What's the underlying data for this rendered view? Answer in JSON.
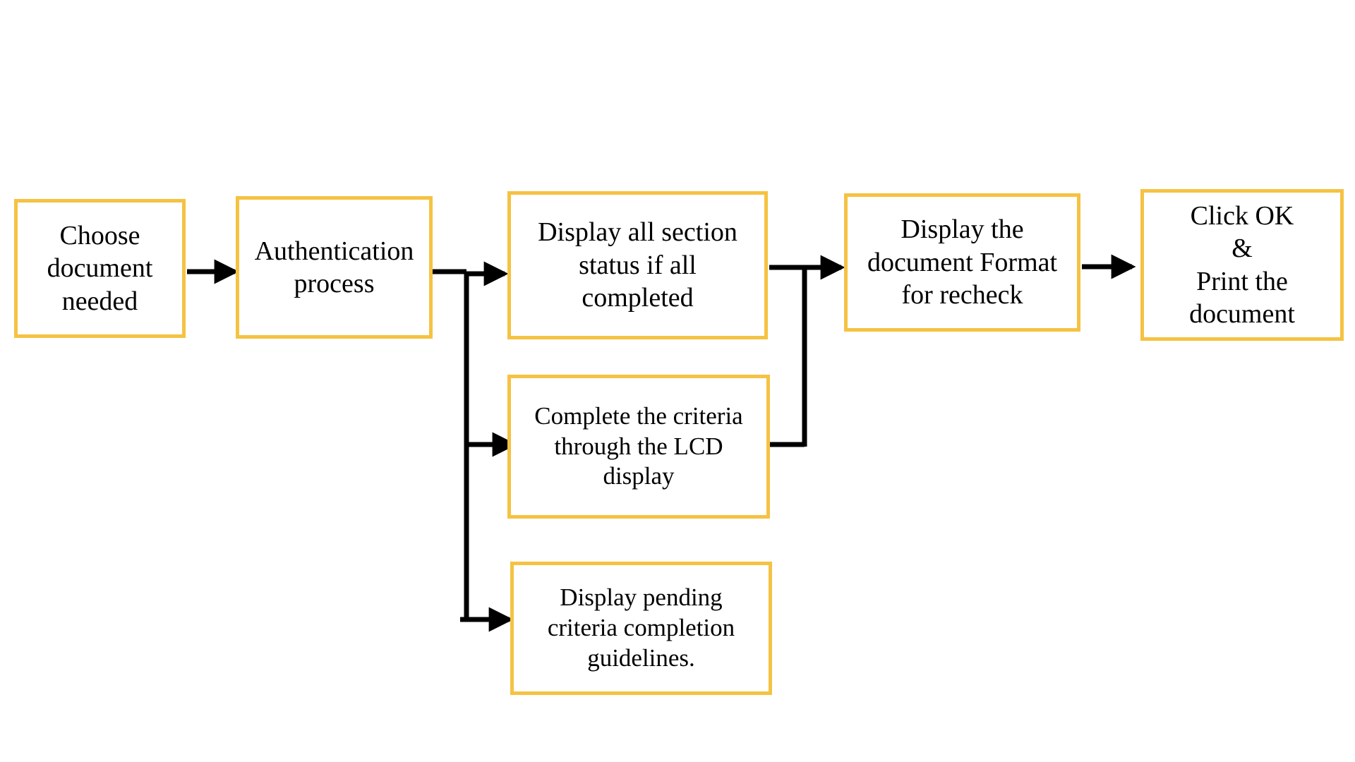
{
  "diagram": {
    "nodes": {
      "choose": {
        "lines": [
          "Choose",
          "document",
          "needed"
        ]
      },
      "auth": {
        "lines": [
          "Authentication",
          "process"
        ]
      },
      "display_status": {
        "lines": [
          "Display all section",
          "status if all",
          "completed"
        ]
      },
      "complete_criteria": {
        "lines": [
          "Complete the criteria",
          "through the LCD",
          "display"
        ]
      },
      "pending": {
        "lines": [
          "Display pending",
          "criteria completion",
          "guidelines."
        ]
      },
      "format": {
        "lines": [
          "Display the",
          "document Format",
          "for recheck"
        ]
      },
      "print": {
        "lines": [
          "Click OK",
          "&",
          "Print the",
          "document"
        ]
      }
    },
    "edges": [
      {
        "from": "choose",
        "to": "auth"
      },
      {
        "from": "auth",
        "to": "display_status"
      },
      {
        "from": "auth",
        "to": "complete_criteria"
      },
      {
        "from": "auth",
        "to": "pending"
      },
      {
        "from": "display_status",
        "to": "format"
      },
      {
        "from": "complete_criteria",
        "to": "format"
      },
      {
        "from": "format",
        "to": "print"
      }
    ],
    "colors": {
      "box_border": "#F5C242",
      "connector": "#000000",
      "text": "#000000"
    }
  }
}
